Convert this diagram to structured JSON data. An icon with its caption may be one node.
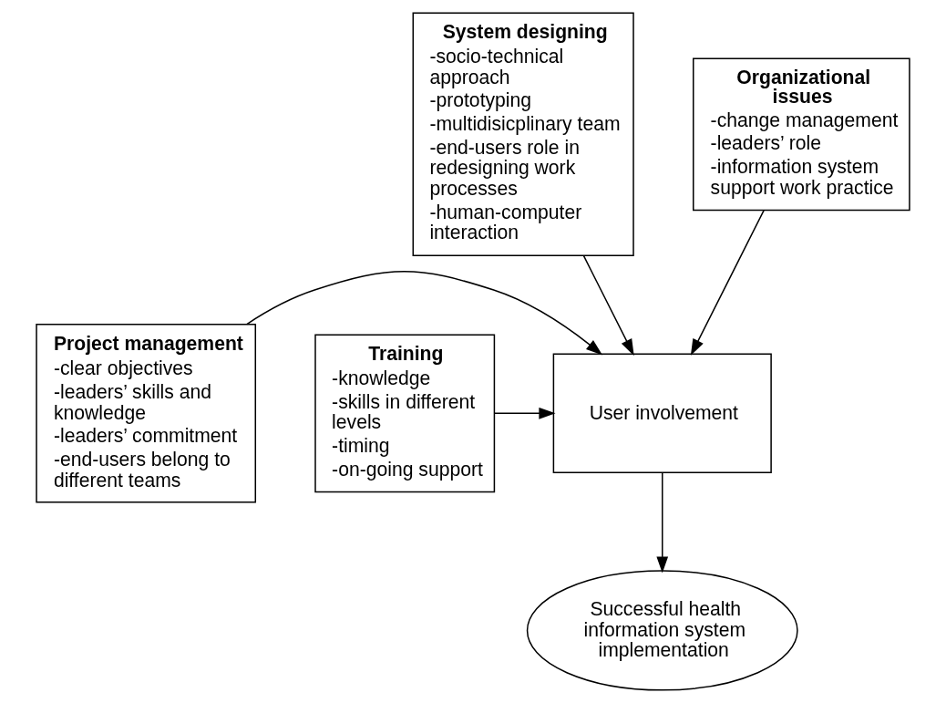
{
  "diagram": {
    "nodes": [
      {
        "text": [
          "System designing",
          "-socio-technical approach",
          "-prototyping",
          "-multidisicplinary team",
          "-end-users role in redesigning work processes",
          "-human-computer interaction"
        ]
      },
      {
        "text": [
          "Organizational issues",
          "-change management",
          "-leaders’ role",
          "-information system support work practice"
        ]
      },
      {
        "text": [
          "Project management",
          "-clear objectives",
          "-leaders’ skills and knowledge",
          "-leaders’ commitment",
          "-end-users belong to different teams"
        ]
      },
      {
        "text": [
          "User involvement"
        ]
      },
      {
        "text": [
          "Training",
          "-knowledge",
          "-skills in different levels",
          "-timing",
          "-on-going support"
        ]
      },
      {
        "text": [
          "Successful health information system implementation"
        ]
      }
    ],
    "edges": [
      {
        "from": 0,
        "to": 3,
        "arrow": "to"
      },
      {
        "from": 1,
        "to": 3,
        "arrow": "to"
      },
      {
        "from": 2,
        "to": 3,
        "arrow": "to"
      },
      {
        "from": 4,
        "to": 3,
        "arrow": "to"
      },
      {
        "from": 3,
        "to": 5,
        "arrow": "to"
      }
    ]
  }
}
